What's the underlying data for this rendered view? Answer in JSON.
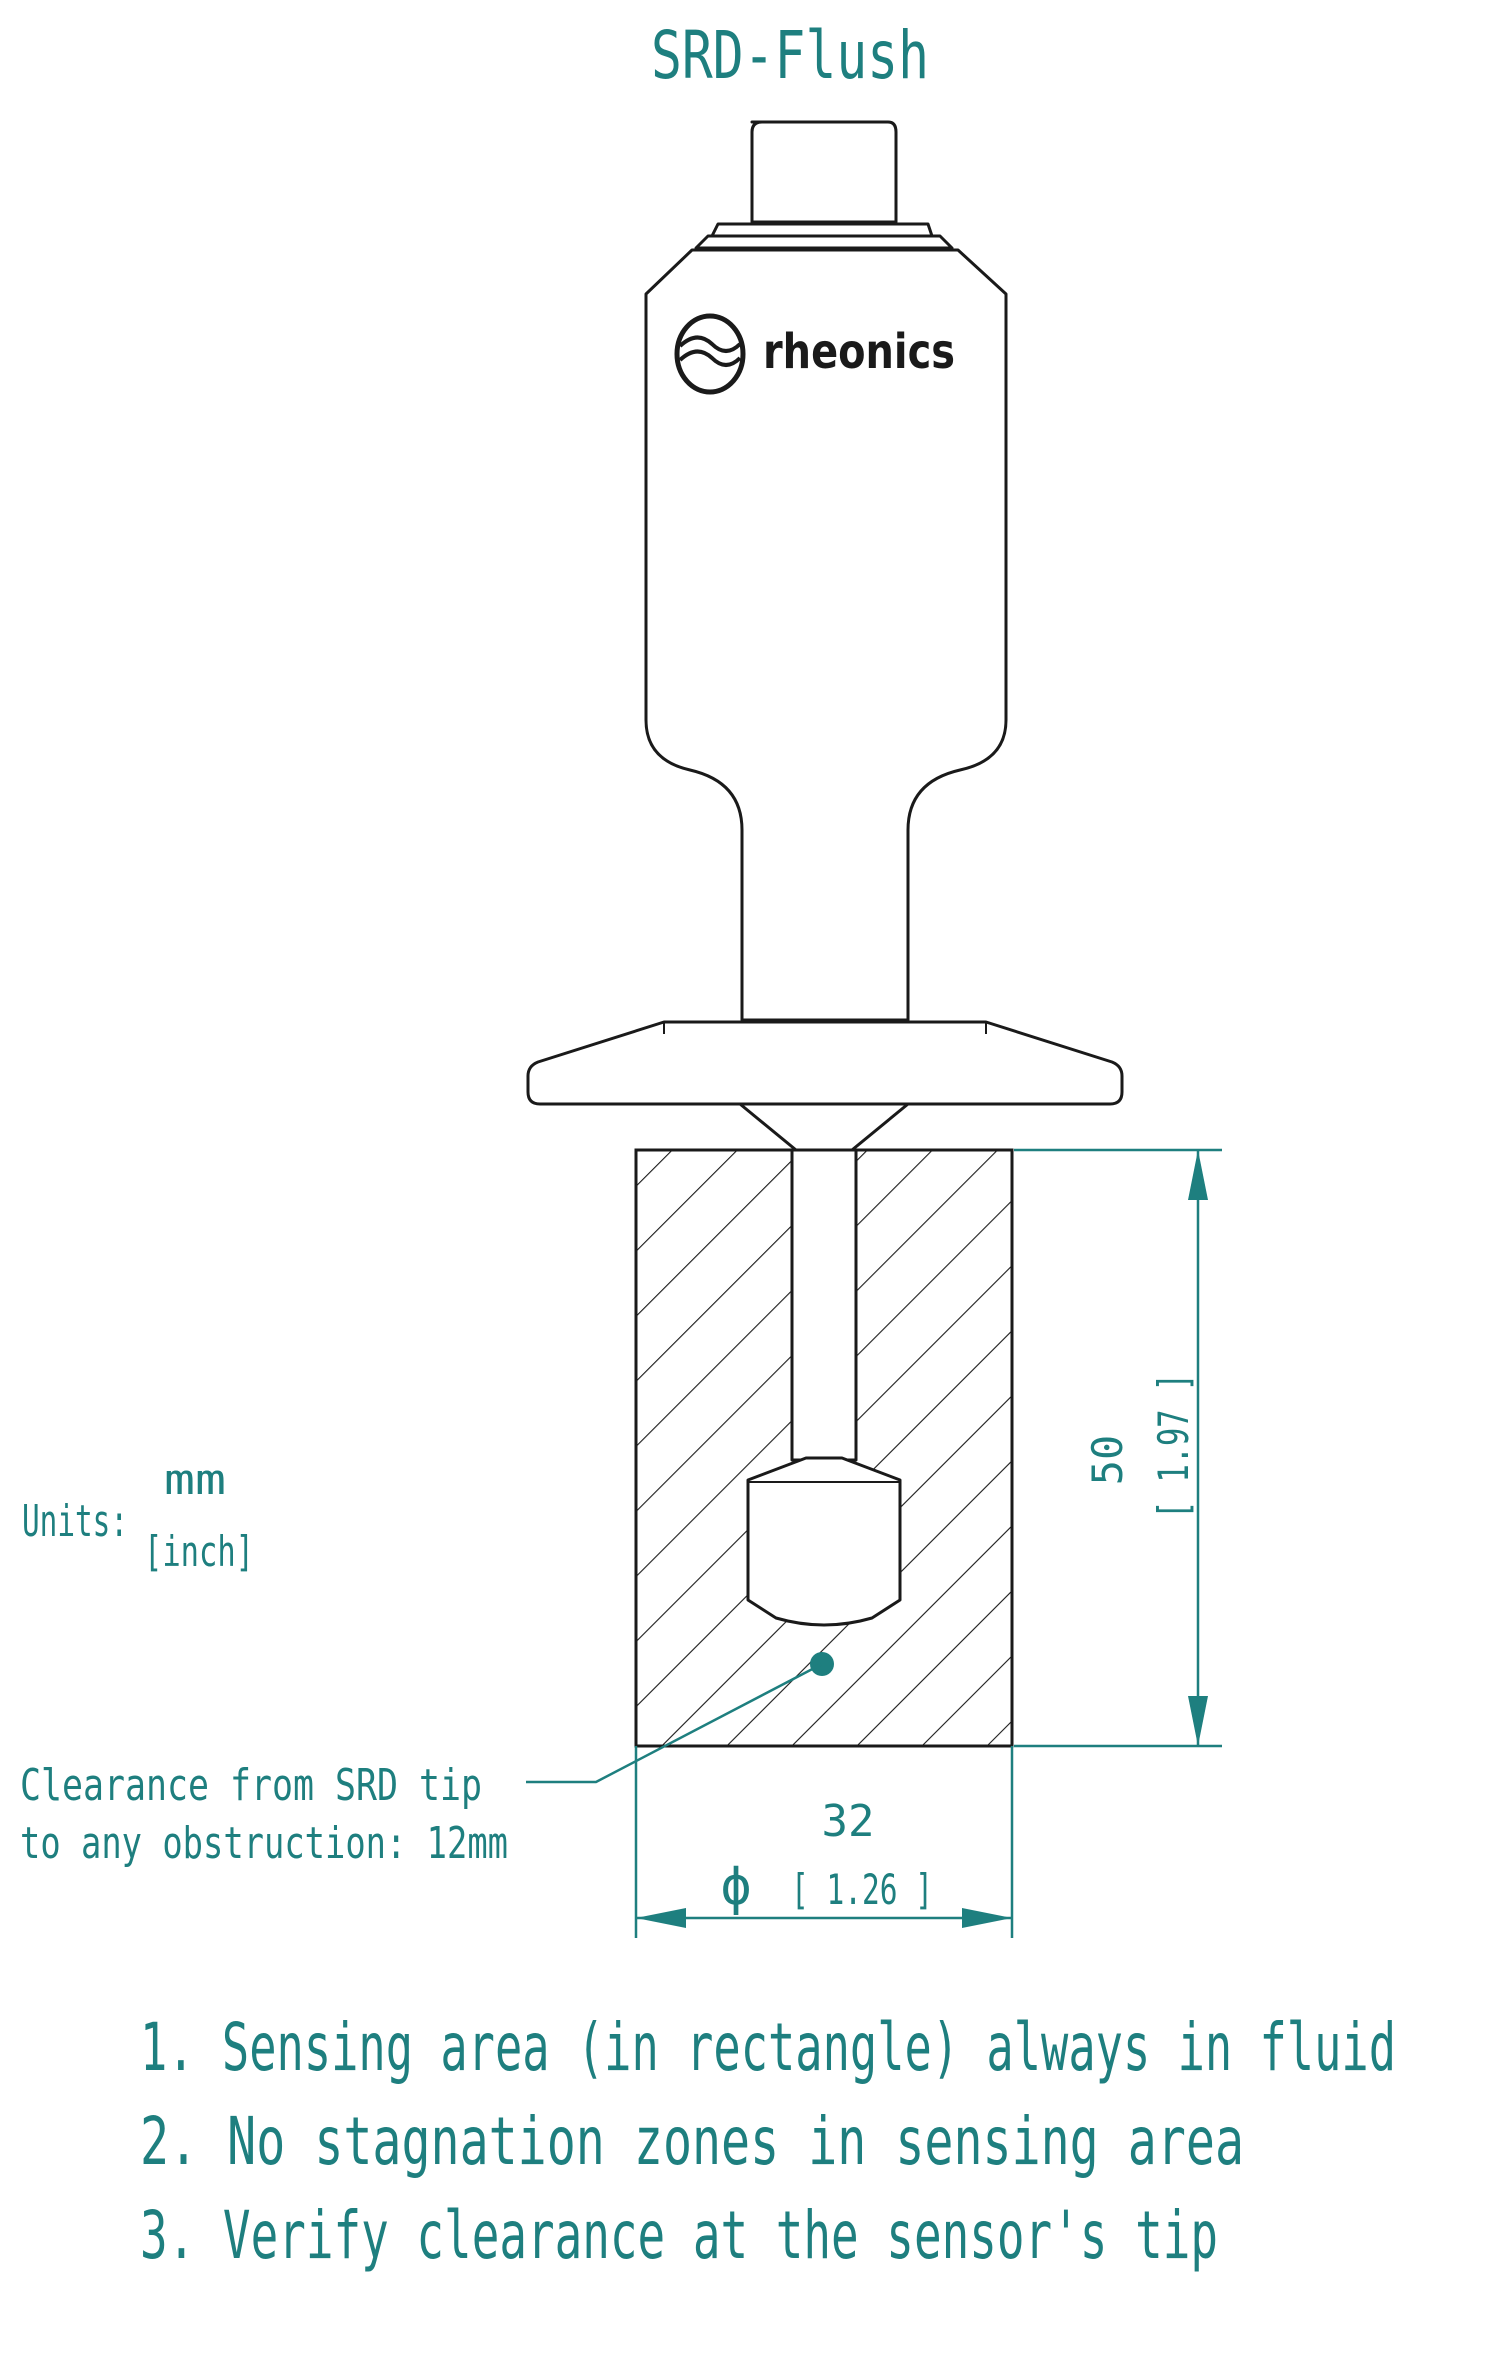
{
  "title": "SRD-Flush",
  "logo": {
    "text": "rheonics",
    "icon": "rheonics-logo-icon"
  },
  "units": {
    "label": "Units:",
    "primary": "mm",
    "secondary": "[inch]"
  },
  "dimensions": {
    "height_mm": "50",
    "height_inch": "[ 1.97 ]",
    "diameter_mm": "32",
    "diameter_symbol": "ϕ",
    "diameter_inch": "[ 1.26 ]"
  },
  "callout": {
    "line1": "Clearance from SRD tip",
    "line2": "to any obstruction: 12mm"
  },
  "notes": [
    "1. Sensing area (in rectangle) always in fluid",
    "2. No stagnation zones in sensing area",
    "3. Verify clearance at the sensor's tip"
  ],
  "colors": {
    "accent": "#1e7f7f",
    "line": "#1a1a1a",
    "background": "#ffffff"
  }
}
